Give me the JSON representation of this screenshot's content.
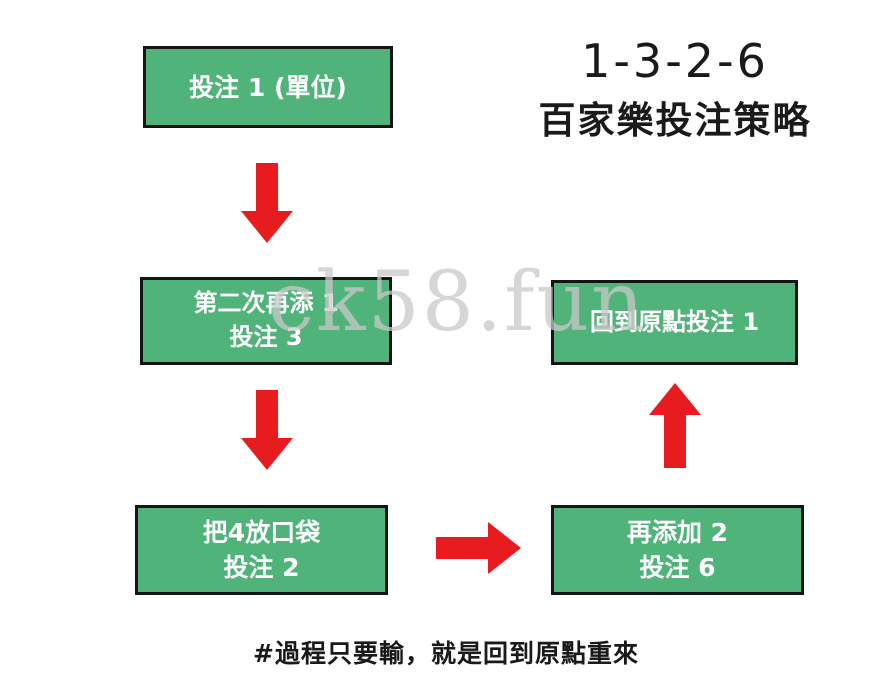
{
  "header": {
    "title_line1": "1-3-2-6",
    "title_line2": "百家樂投注策略"
  },
  "flow": {
    "step1": {
      "line1": "投注 1 (單位)",
      "line2": ""
    },
    "step2": {
      "line1": "第二次再添 1",
      "line2": "投注 3"
    },
    "step3": {
      "line1": "把4放口袋",
      "line2": "投注 2"
    },
    "step4": {
      "line1": "再添加 2",
      "line2": "投注 6"
    },
    "step5": {
      "line1": "回到原點投注 1",
      "line2": ""
    }
  },
  "footer": {
    "note": "#過程只要輸，就是回到原點重來"
  },
  "watermark": {
    "text": "ck58.fun"
  },
  "icons": {
    "down1": "arrow-down-icon",
    "down2": "arrow-down-icon",
    "right": "arrow-right-icon",
    "up": "arrow-up-icon"
  },
  "colors": {
    "box_fill": "#50b37a",
    "box_border": "#141414",
    "box_text": "#ffffff",
    "arrow_red": "#e71c1f",
    "title_text": "#1a1a1a",
    "watermark_gray": "#c9c9c9",
    "background": "#ffffff"
  }
}
